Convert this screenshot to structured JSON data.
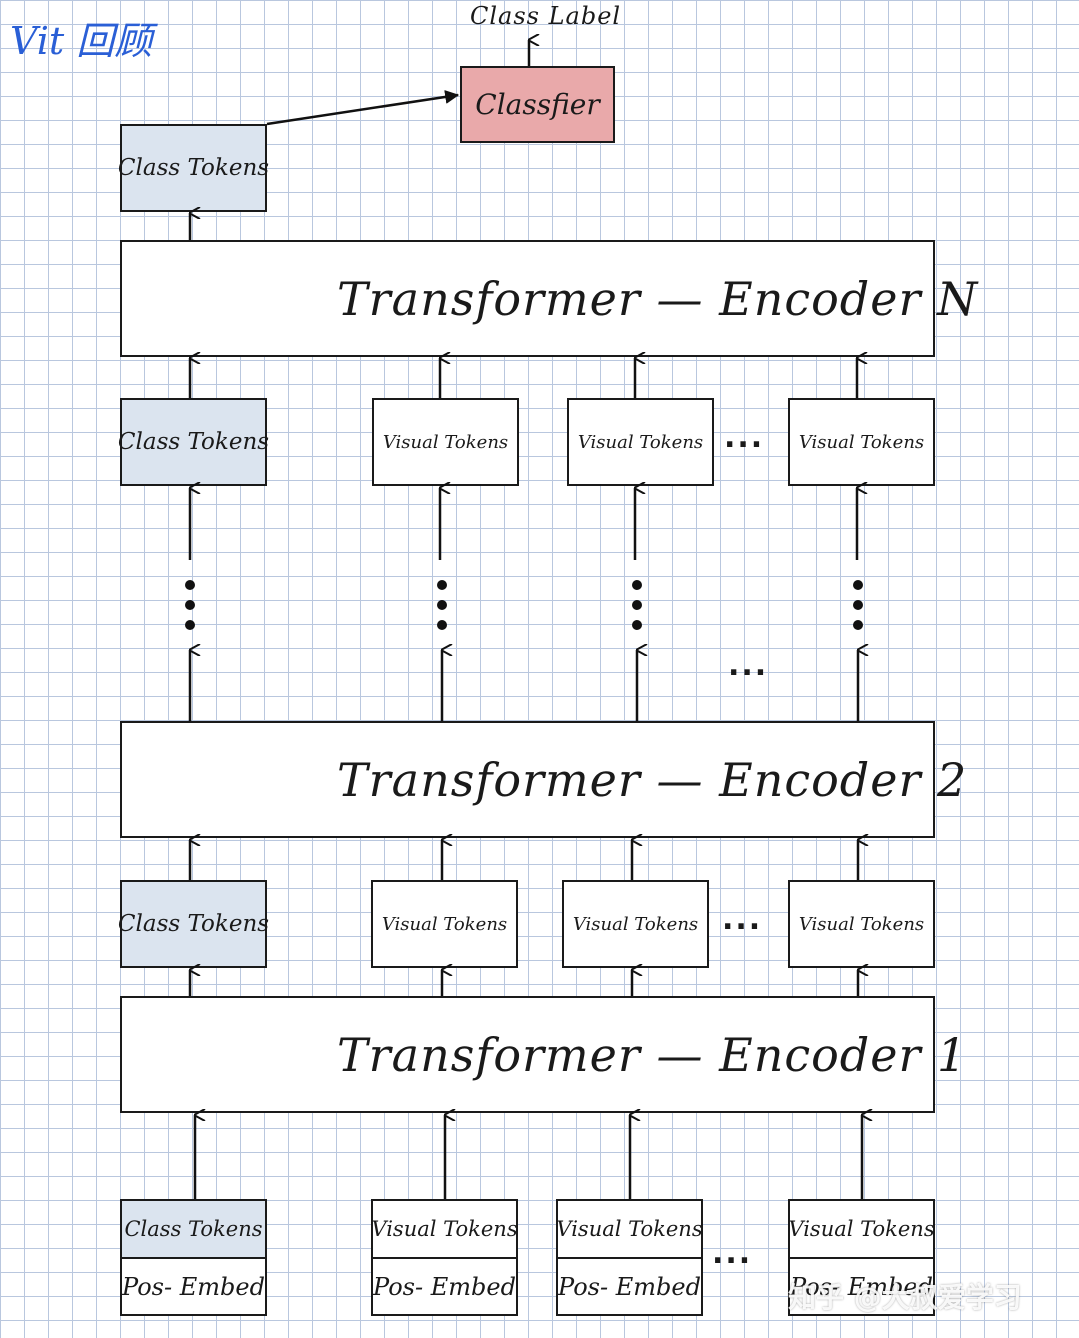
{
  "title": "Vit 回顾",
  "output_label": "Class Label",
  "classifier_label": "Classfier",
  "class_token_label": "Class Tokens",
  "visual_token_label": "Visual Tokens",
  "pos_embed_label": "Pos- Embed",
  "ellipsis": "...",
  "encoders": {
    "n": "Transformer  —  Encoder  N",
    "two": "Transformer  —  Encoder  2",
    "one": "Transformer  —  Encoder  1"
  },
  "watermark": "知乎 @大叔爱学习",
  "colors": {
    "class_token_fill": "#dbe4ef",
    "classifier_fill": "#e9a9aa",
    "title": "#2a5fd6",
    "grid": "#b9c7de"
  }
}
